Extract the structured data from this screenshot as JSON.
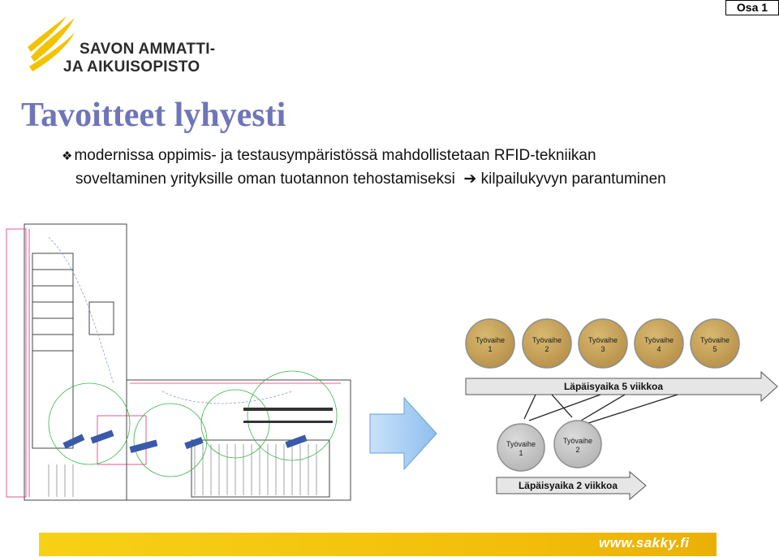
{
  "badge": {
    "label": "Osa 1"
  },
  "logo": {
    "line1": "SAVON AMMATTI-",
    "line2": "JA AIKUISOPISTO"
  },
  "title": "Tavoitteet lyhyesti",
  "bullet": {
    "line1": "modernissa oppimis- ja testausympäristössä mahdollistetaan RFID-tekniikan",
    "line2a": "soveltaminen yrityksille oman tuotannon tehostamiseksi",
    "line2b": "kilpailukyvyn parantuminen"
  },
  "diagram": {
    "top_phases": [
      "Työvaihe\n1",
      "Työvaihe\n2",
      "Työvaihe\n3",
      "Työvaihe\n4",
      "Työvaihe\n5"
    ],
    "top_arrow_label": "Läpäisyaika 5 viikkoa",
    "bottom_phases": [
      "Työvaihe\n1",
      "Työvaihe\n2"
    ],
    "bottom_arrow_label": "Läpäisyaika 2 viikkoa",
    "colors": {
      "phase_fill": "#c8a45c",
      "phase_fill_bottom": "#c9c9c9",
      "arrow_fill": "#e6e6e6",
      "big_arrow": "#9ec8f0",
      "logo_yellow": "#f3c300",
      "footer_yellow": "#f2c40f"
    }
  },
  "footer": {
    "url": "www.sakky.fi"
  }
}
